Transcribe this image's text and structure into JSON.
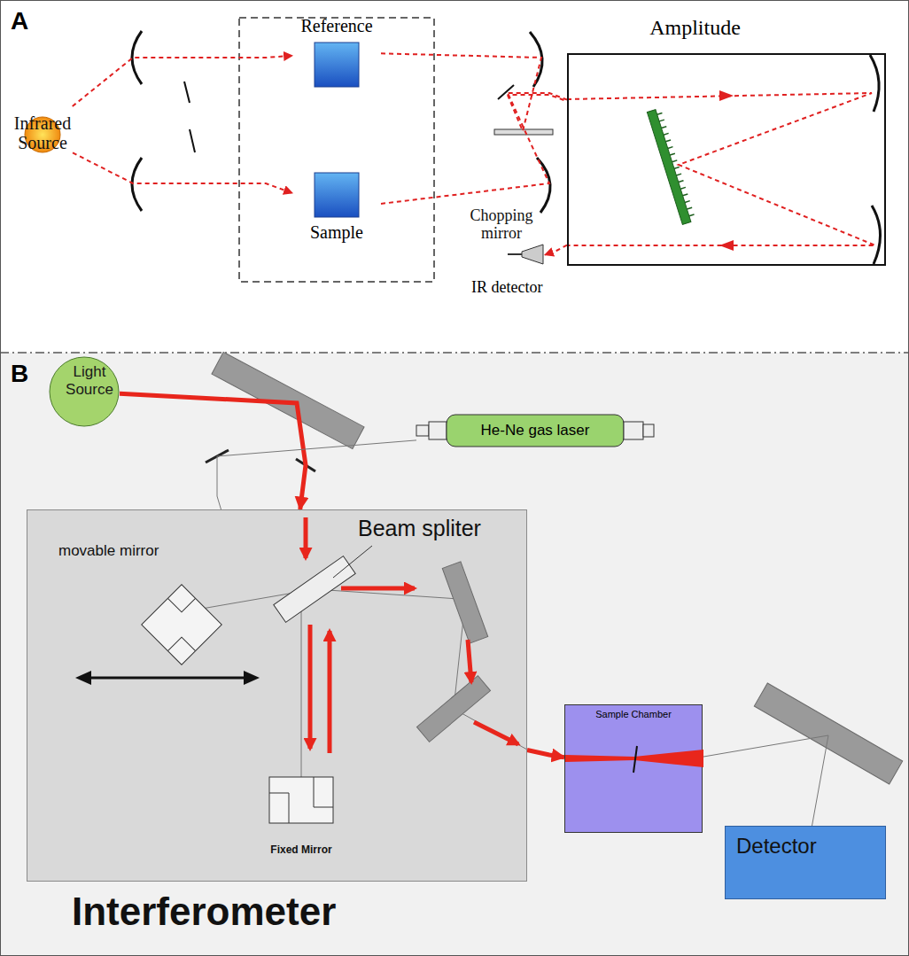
{
  "diagram": {
    "nodes": [
      {
        "text": [
          "A"
        ]
      },
      {
        "text": [
          "Infrared Source"
        ],
        "in": 0
      },
      {
        "text": [
          "Reference"
        ],
        "in": 0
      },
      {
        "text": [
          "Sample"
        ],
        "in": 0
      },
      {
        "text": [
          "Amplitude"
        ],
        "in": 0
      },
      {
        "text": [
          "IR detector"
        ],
        "in": 0
      },
      {
        "text": [
          "B"
        ]
      },
      {
        "text": [
          "Light Source"
        ],
        "in": 6
      },
      {
        "text": [
          "He-Ne gas laser"
        ],
        "in": 6
      },
      {
        "text": [
          "Interferometer"
        ],
        "in": 6
      },
      {
        "text": [
          "Sample Chamber"
        ],
        "in": 6
      },
      {
        "text": [
          "Detector"
        ],
        "in": 6
      }
    ],
    "edges": [
      {
        "from": 1,
        "to": 2,
        "arrow": "to"
      },
      {
        "from": 1,
        "to": 3,
        "arrow": "to"
      },
      {
        "from": 2,
        "to": 4,
        "arrow": "none"
      },
      {
        "from": 3,
        "to": 4,
        "arrow": "none"
      },
      {
        "from": 4,
        "to": 5,
        "arrow": "to"
      },
      {
        "from": 7,
        "to": 9,
        "arrow": "to"
      },
      {
        "from": 8,
        "to": 9,
        "arrow": "none"
      },
      {
        "from": 9,
        "to": 10,
        "arrow": "to"
      },
      {
        "from": 10,
        "to": 11,
        "arrow": "none"
      }
    ],
    "labels": [
      "Chopping mirror",
      "Beam spliter",
      "movable mirror",
      "Fixed Mirror"
    ]
  }
}
